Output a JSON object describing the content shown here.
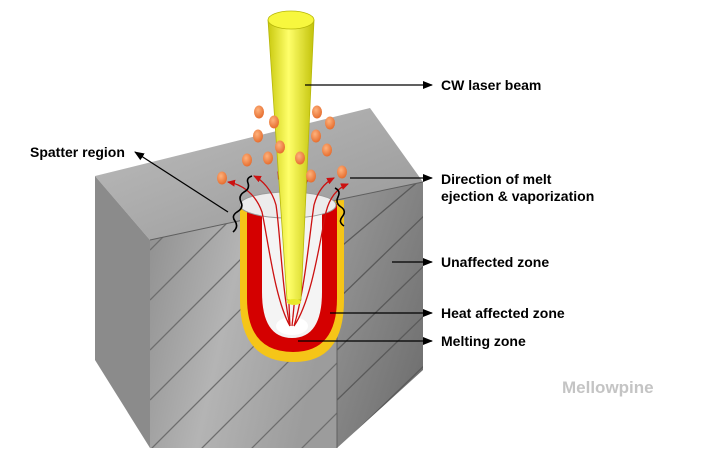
{
  "labels": {
    "cw_laser_beam": "CW laser beam",
    "spatter_region": "Spatter region",
    "direction_line1": "Direction of melt",
    "direction_line2": "ejection & vaporization",
    "unaffected_zone": "Unaffected zone",
    "heat_affected_zone": "Heat affected zone",
    "melting_zone": "Melting zone"
  },
  "watermark": "Mellowpine",
  "colors": {
    "beam": "#f2f23a",
    "heat_affected": "#f5c518",
    "melt": "#d40000",
    "spatter": "#f07f45",
    "ejection_arrows": "#cc1111",
    "block_front": "#9a9a9a",
    "block_side": "#7d7d7d",
    "block_top": "#a8a8a8"
  }
}
